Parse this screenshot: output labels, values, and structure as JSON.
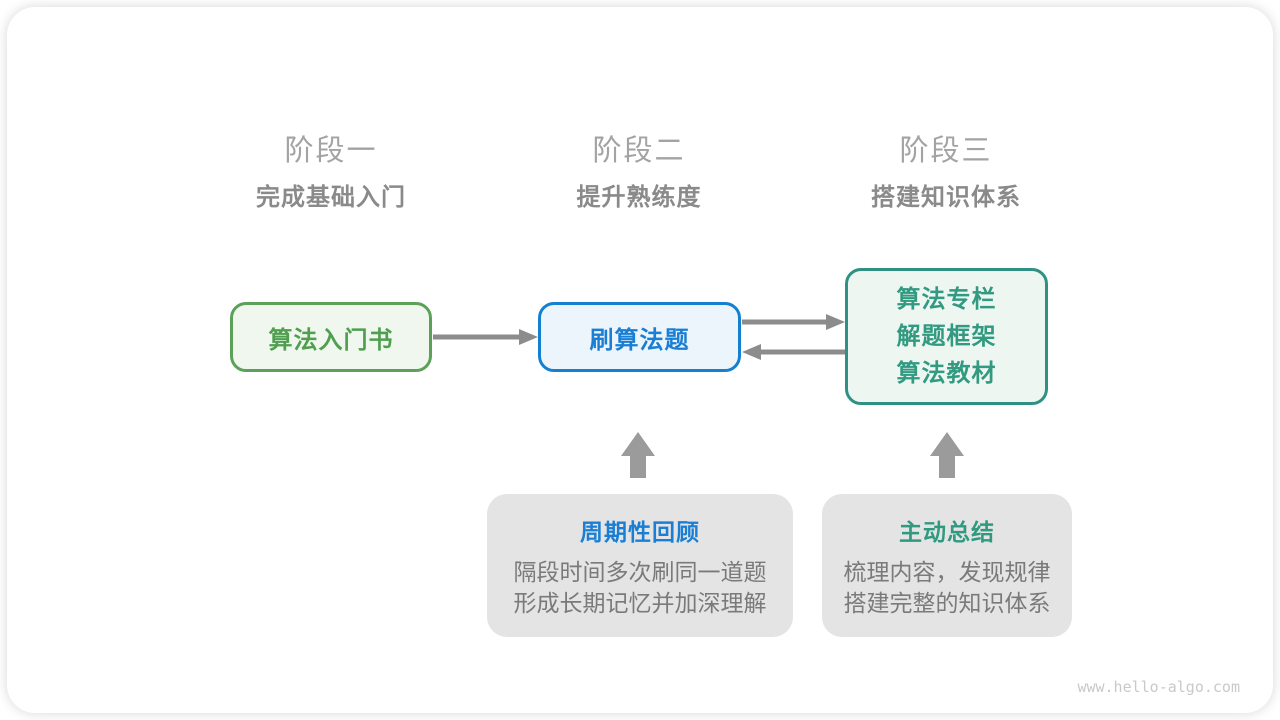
{
  "stages": [
    {
      "title": "阶段一",
      "subtitle": "完成基础入门"
    },
    {
      "title": "阶段二",
      "subtitle": "提升熟练度"
    },
    {
      "title": "阶段三",
      "subtitle": "搭建知识体系"
    }
  ],
  "nodes": {
    "intro_book": {
      "label": "算法入门书"
    },
    "practice": {
      "label": "刷算法题"
    },
    "resources": {
      "lines": [
        "算法专栏",
        "解题框架",
        "算法教材"
      ]
    }
  },
  "notes": {
    "review": {
      "title": "周期性回顾",
      "line1": "隔段时间多次刷同一道题",
      "line2": "形成长期记忆并加深理解"
    },
    "summary": {
      "title": "主动总结",
      "line1": "梳理内容，发现规律",
      "line2": "搭建完整的知识体系"
    }
  },
  "watermark": "www.hello-algo.com",
  "colors": {
    "green_border": "#5ca15a",
    "green_text": "#4f9f4f",
    "green_bg": "#f0f7ee",
    "blue_border": "#1680d0",
    "blue_text": "#1a7fd4",
    "blue_bg": "#ecf5fc",
    "teal_border": "#2f9184",
    "teal_text": "#319a80",
    "teal_bg": "#eef6f2",
    "note_bg": "#e4e4e4",
    "arrow_gray": "#8c8c8c",
    "up_arrow_gray": "#9b9b9b",
    "stage_title_gray": "#a3a3a3",
    "stage_subtitle_gray": "#8a8a8a",
    "body_text_gray": "#7a7a7a",
    "watermark_gray": "#c9c9c9"
  }
}
